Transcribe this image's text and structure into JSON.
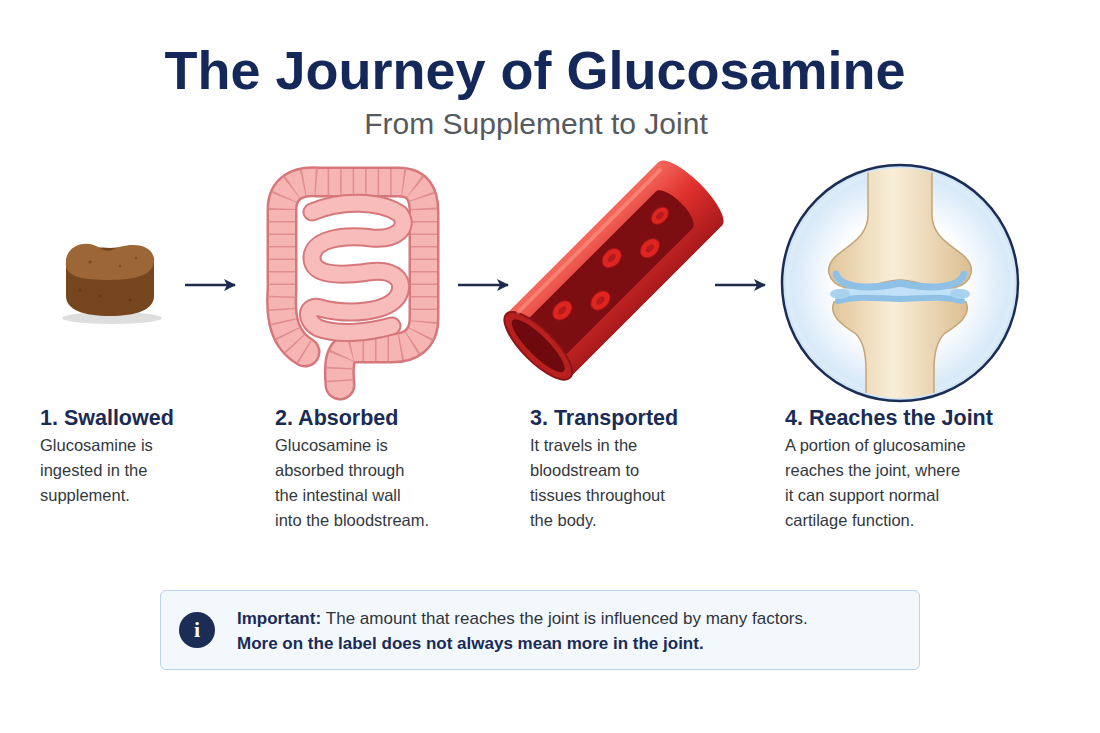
{
  "diagram": {
    "title": "The Journey of Glucosamine",
    "caption": "From Supplement to Joint",
    "nodes": [
      {
        "text": [
          "1. Swallowed",
          "Glucosamine is ingested in the supplement."
        ]
      },
      {
        "text": [
          "2. Absorbed",
          "Glucosamine is absorbed through the intestinal wall into the bloodstream."
        ]
      },
      {
        "text": [
          "3. Transported",
          "It travels in the bloodstream to tissues throughout the body."
        ]
      },
      {
        "text": [
          "4. Reaches the Joint",
          "A portion of glucosamine reaches the joint, where it can support normal cartilage function."
        ]
      },
      {
        "text": [
          "Important:",
          "The amount that reaches the joint is influenced by many factors.",
          "More on the label does not always mean more in the joint."
        ]
      }
    ],
    "edges": [
      {
        "from": 0,
        "to": 1,
        "arrow": "to"
      },
      {
        "from": 1,
        "to": 2,
        "arrow": "to"
      },
      {
        "from": 2,
        "to": 3,
        "arrow": "to"
      }
    ],
    "labels": [
      "i"
    ]
  }
}
